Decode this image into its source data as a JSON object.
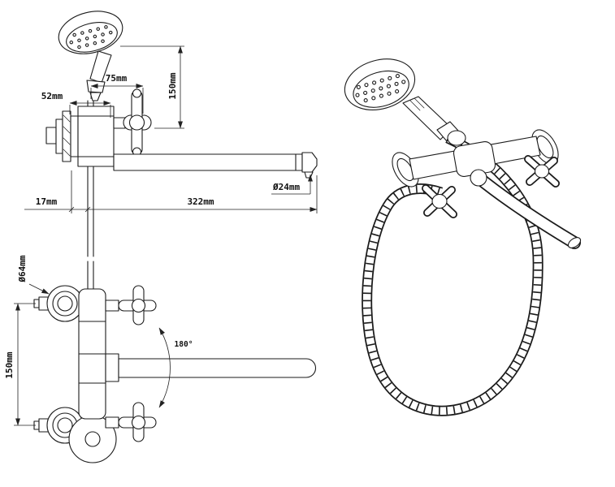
{
  "drawing": {
    "kind": "faucet-technical-drawing",
    "colors": {
      "line": "#1b1b1b",
      "background": "#ffffff"
    },
    "side_view": {
      "dim_52": "52mm",
      "dim_75": "75mm",
      "dim_150": "150mm",
      "dim_spout_diameter": "Ø24mm",
      "dim_17": "17mm",
      "dim_322": "322mm"
    },
    "front_view": {
      "dim_flange_diameter": "Ø64mm",
      "dim_150": "150mm",
      "swivel_angle": "180°"
    }
  }
}
